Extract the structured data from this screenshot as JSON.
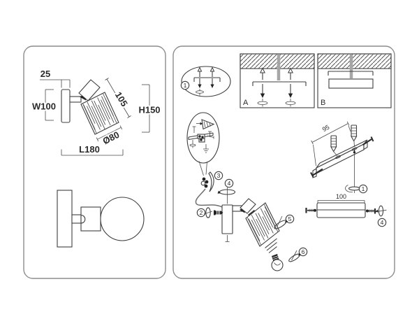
{
  "colors": {
    "background": "#ffffff",
    "line": "#3e3e3e",
    "panel_border": "#8c8c8c",
    "wire_gray": "#a6a6a6"
  },
  "left_panel": {
    "dimensions": {
      "plate_depth": "25",
      "plate_width": "W100",
      "shade_length": "105",
      "total_height": "H150",
      "shade_diameter": "Ø80",
      "total_length": "L180"
    }
  },
  "right_panel": {
    "mounting_variants": {
      "a": "A",
      "b": "B"
    },
    "dimensions": {
      "hole_spacing": "95",
      "bracket_length": "100"
    },
    "steps": {
      "s1": "1",
      "s2": "2",
      "s3": "3",
      "s4": "4",
      "s5": "5",
      "s6": "6"
    }
  }
}
